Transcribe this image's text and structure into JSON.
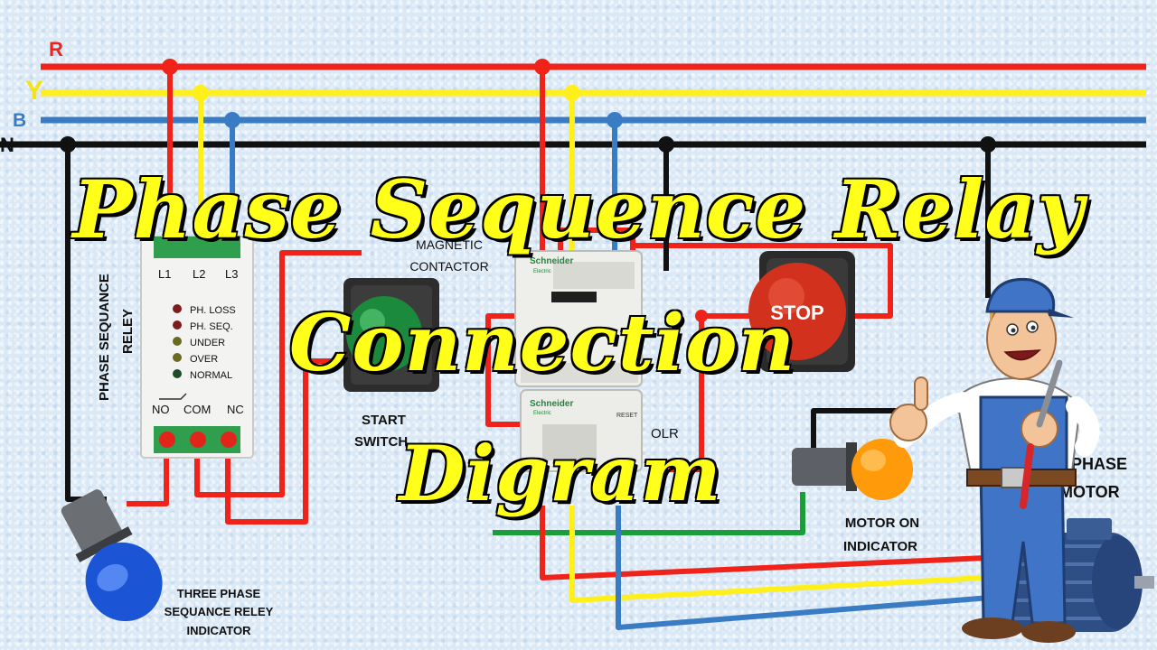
{
  "title": {
    "line1": "Phase Sequence Relay",
    "line2": "Connection",
    "line3": "Digram"
  },
  "bus_labels": {
    "r": "R",
    "y": "Y",
    "b": "B",
    "n": "N"
  },
  "relay": {
    "side_label_line1": "PHASE SEQUANCE",
    "side_label_line2": "RELEY",
    "terminals_top": [
      "L1",
      "L2",
      "L3"
    ],
    "leds": [
      "PH. LOSS",
      "PH. SEQ.",
      "UNDER",
      "OVER",
      "NORMAL"
    ],
    "terminals_bottom": [
      "NO",
      "COM",
      "NC"
    ]
  },
  "contactor": {
    "label_line1": "MAGNETIC",
    "label_line2": "CONTACTOR",
    "brand": "Schneider",
    "brand_sub": "Electric"
  },
  "start_switch": {
    "label_line1": "START",
    "label_line2": "SWITCH"
  },
  "stop_button": {
    "text": "STOP"
  },
  "olr": {
    "label": "OLR",
    "brand": "Schneider",
    "brand_sub": "Electric",
    "reset": "RESET"
  },
  "motor_indicator": {
    "label_line1": "MOTOR ON",
    "label_line2": "INDICATOR"
  },
  "motor": {
    "label_line1": "3 PHASE",
    "label_line2": "MOTOR"
  },
  "relay_indicator": {
    "label_line1": "THREE PHASE",
    "label_line2": "SEQUANCE RELEY",
    "label_line3": "INDICATOR"
  },
  "colors": {
    "r": "#f0231b",
    "y": "#ffef1a",
    "b": "#3a7cc4",
    "n": "#111111",
    "green_wire": "#1a9e3a",
    "title_fill": "#ffff1a"
  }
}
